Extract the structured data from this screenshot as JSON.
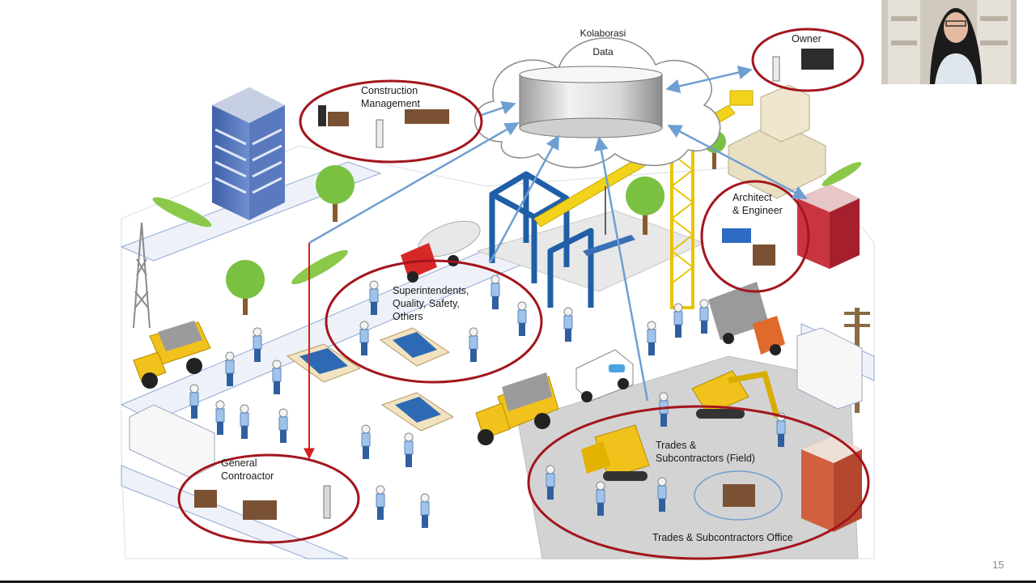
{
  "diagram": {
    "cloud_label": "Kolaborasi\nData",
    "nodes": {
      "owner": "Owner",
      "construction_management": "Construction\nManagement",
      "architect_engineer": "Architect\n& Engineer",
      "superintendents": "Superintendents,\nQuality, Safety,\nOthers",
      "general_contractor": "General\nControactor",
      "trades_field": "Trades &\nSubcontractors (Field)",
      "trades_office": "Trades & Subcontractors Office"
    },
    "colors": {
      "highlight_ring": "#a3161d",
      "flow_arrow": "#6f9fd0",
      "gc_arrow": "#d42020",
      "building_blue": "#4a6cb3",
      "crane_yellow": "#f2d21b",
      "steel_frame": "#1f5fa8",
      "truck_yellow": "#f1c21b",
      "road": "#eef2f8"
    }
  },
  "slide": {
    "page_number": "15"
  },
  "webcam": {
    "icon": "presenter-video-feed"
  }
}
